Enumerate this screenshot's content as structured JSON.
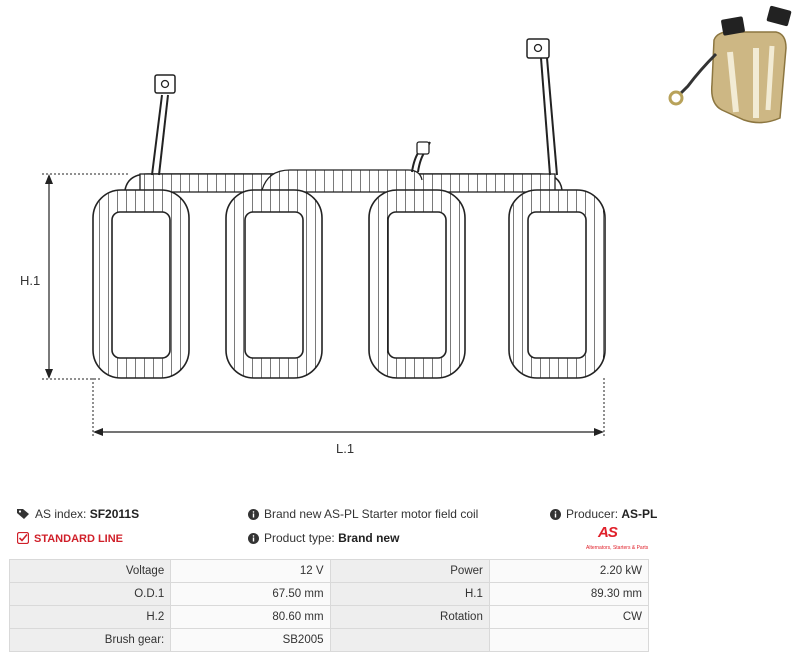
{
  "diagram": {
    "height_label": "H.1",
    "length_label": "L.1"
  },
  "info": {
    "as_index_label": "AS index:",
    "as_index_value": "SF2011S",
    "standard_line": "STANDARD LINE",
    "description": "Brand new AS-PL Starter motor field coil",
    "product_type_label": "Product type:",
    "product_type_value": "Brand new",
    "producer_label": "Producer:",
    "producer_value": "AS-PL"
  },
  "logo": {
    "text": "AS",
    "tagline": "Alternators, Starters & Parts"
  },
  "specs": {
    "rows": [
      {
        "k1": "Voltage",
        "v1": "12 V",
        "k2": "Power",
        "v2": "2.20 kW"
      },
      {
        "k1": "O.D.1",
        "v1": "67.50 mm",
        "k2": "H.1",
        "v2": "89.30 mm"
      },
      {
        "k1": "H.2",
        "v1": "80.60 mm",
        "k2": "Rotation",
        "v2": "CW"
      },
      {
        "k1": "Brush gear:",
        "v1": "SB2005",
        "k2": "",
        "v2": ""
      }
    ]
  },
  "colors": {
    "accent_red": "#d0202a",
    "line": "#222222",
    "photo_brass": "#c9b27a"
  }
}
